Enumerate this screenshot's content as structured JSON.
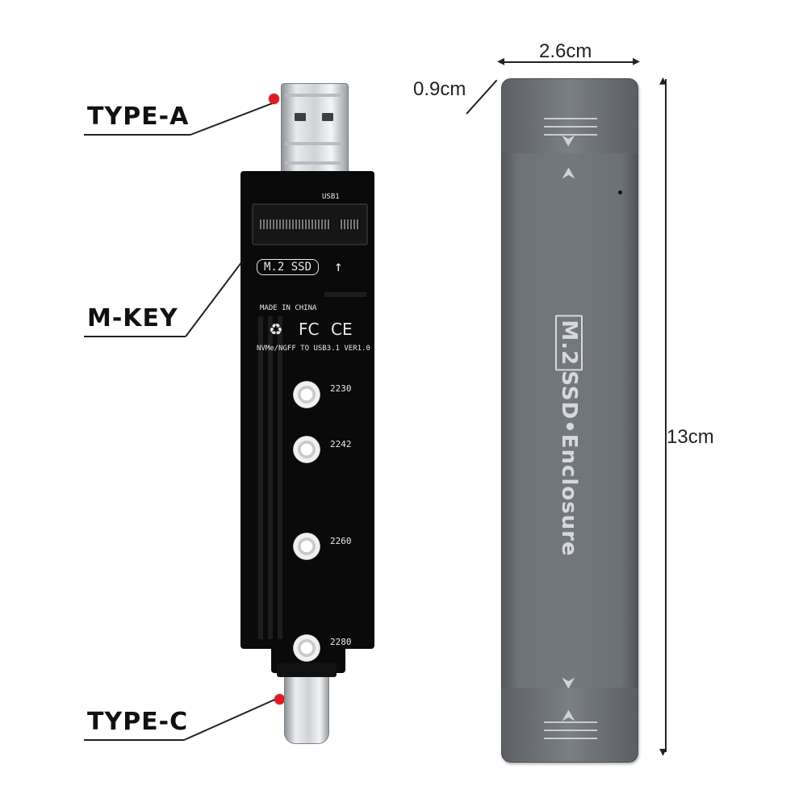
{
  "labels": {
    "type_a": "TYPE-A",
    "m_key": "M-KEY",
    "type_c": "TYPE-C"
  },
  "board": {
    "slot_label": "M.2 SSD",
    "made_in": "MADE IN CHINA",
    "certs": [
      "FC",
      "CE"
    ],
    "model_line": "NVMe/NGFF TO USB3.1 VER1.0",
    "usb_marking": "USB1",
    "mount_holes": [
      "2230",
      "2242",
      "2260",
      "2280"
    ]
  },
  "enclosure": {
    "brand_boxed": "M.2",
    "brand_rest": "SSD•Enclosure"
  },
  "dimensions": {
    "width": "2.6cm",
    "thickness": "0.9cm",
    "length": "13cm"
  },
  "colors": {
    "callout_dot": "#e01a22",
    "pcb": "#0a0a0a",
    "enclosure": "#6e7378"
  }
}
